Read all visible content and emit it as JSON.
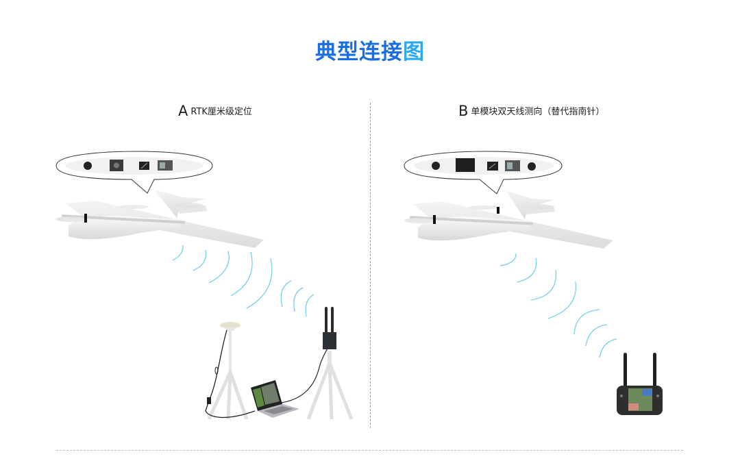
{
  "title": {
    "main": "典型连接",
    "accent": "图",
    "colors": {
      "start": "#1a6fe0",
      "end": "#2aa9f0"
    }
  },
  "panels": [
    {
      "letter": "A",
      "label": "RTK厘米级定位",
      "components": [
        "vtol-drone",
        "gnss-module-callout",
        "rtk-base-antenna-tripod",
        "laptop-ground-station",
        "datalink-ground-radio-tripod"
      ]
    },
    {
      "letter": "B",
      "label": "单模块双天线测向（替代指南针）",
      "components": [
        "vtol-drone",
        "dual-antenna-module-callout",
        "handheld-ground-control-station"
      ]
    }
  ],
  "colors": {
    "signal_wave": "#5fc9e6",
    "divider": "#9a9a9a",
    "bottom_rule": "#bdbdbd"
  }
}
